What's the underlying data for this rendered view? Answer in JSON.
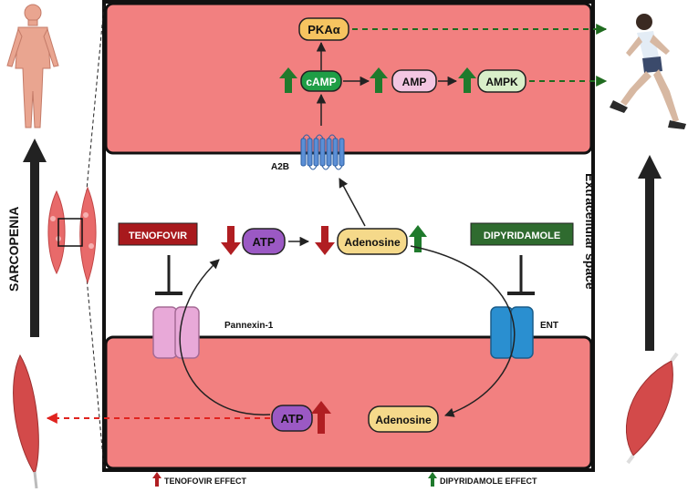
{
  "nodes": {
    "pka": "PKAα",
    "camp": "cAMP",
    "amp": "AMP",
    "ampk": "AMPK",
    "atp_extracellular": "ATP",
    "adenosine_extracellular": "Adenosine",
    "atp_intracellular": "ATP",
    "adenosine_intracellular": "Adenosine"
  },
  "receptors": {
    "a2b": "A2B",
    "pannexin": "Pannexin-1",
    "ent": "ENT"
  },
  "drugs": {
    "tenofovir": "TENOFOVIR",
    "dipyridamole": "DIPYRIDAMOLE"
  },
  "labels": {
    "sarcopenia": "SARCOPENIA",
    "extracellular_space": "Extracellular space"
  },
  "legend": {
    "tenofovir_effect": "TENOFOVIR EFFECT",
    "dipyridamole_effect": "DIPYRIDAMOLE EFFECT"
  },
  "colors": {
    "cell_fill": "#f28080",
    "tenofovir_red": "#a8191d",
    "dipyridamole_green": "#2f6b2f",
    "up_green": "#1f7a2c",
    "down_red": "#b01e22",
    "atp_purple": "#9b59c4",
    "adenosine_yellow": "#f5d98a",
    "camp_green": "#1f9e46",
    "amp_pink": "#f3c6e2",
    "ampk_lightgreen": "#d9efc9",
    "pka_orange": "#f6c460",
    "pannexin_pink": "#e8a9d8",
    "ent_blue": "#2a8fd0"
  },
  "icons": [
    "up-arrow-icon",
    "down-arrow-icon",
    "human-body-icon",
    "runner-icon",
    "muscle-icon",
    "muscle-fiber-icon",
    "receptor-icon"
  ]
}
